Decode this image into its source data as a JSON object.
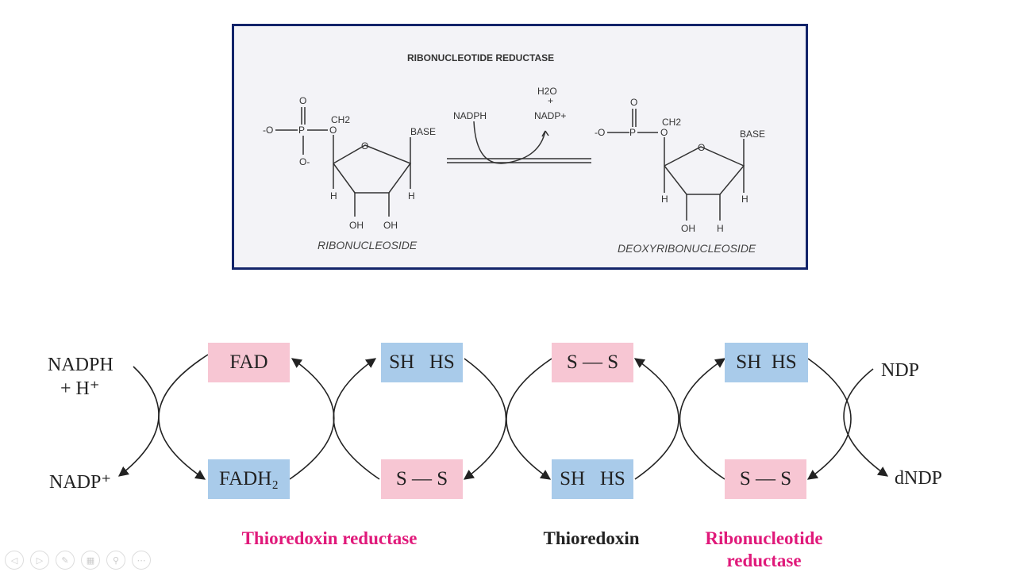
{
  "reaction_figure": {
    "title": "RIBONUCLEOTIDE  REDUCTASE",
    "substrate_label": "RIBONUCLEOSIDE",
    "product_label": "DEOXYRIBONUCLEOSIDE",
    "cofactor_in": "NADPH",
    "products_out_1": "H2O",
    "products_plus": "+",
    "products_out_2": "NADP+",
    "atoms": {
      "o": "O",
      "p": "P",
      "o_minus": "-O",
      "o_minus_r": "O-",
      "ch2": "CH2",
      "base": "BASE",
      "h": "H",
      "oh": "OH"
    }
  },
  "cycle": {
    "left_top": [
      "NADPH",
      "+  H⁺"
    ],
    "left_bottom": "NADP⁺",
    "right_top": "NDP",
    "right_bottom": "dNDP",
    "boxes": {
      "c1_top": "FAD",
      "c1_bottom": "FADH₂",
      "c2_top": "SH   HS",
      "c2_bottom": "S — S",
      "c3_top": "S — S",
      "c3_bottom": "SH   HS",
      "c4_top": "SH  HS",
      "c4_bottom": "S — S"
    },
    "enzymes": {
      "thioredoxin_reductase": "Thioredoxin reductase",
      "thioredoxin": "Thioredoxin",
      "ribonucleotide_reductase_1": "Ribonucleotide",
      "ribonucleotide_reductase_2": "reductase"
    },
    "colors": {
      "oxidized_box": "#f7c6d3",
      "reduced_box": "#a9cbea",
      "enzyme_label": "#e0197a",
      "thioredoxin_label": "#222222"
    }
  },
  "slide_nav": {
    "icons": [
      "previous-icon",
      "next-icon",
      "pen-icon",
      "slides-icon",
      "zoom-icon",
      "more-icon"
    ]
  }
}
